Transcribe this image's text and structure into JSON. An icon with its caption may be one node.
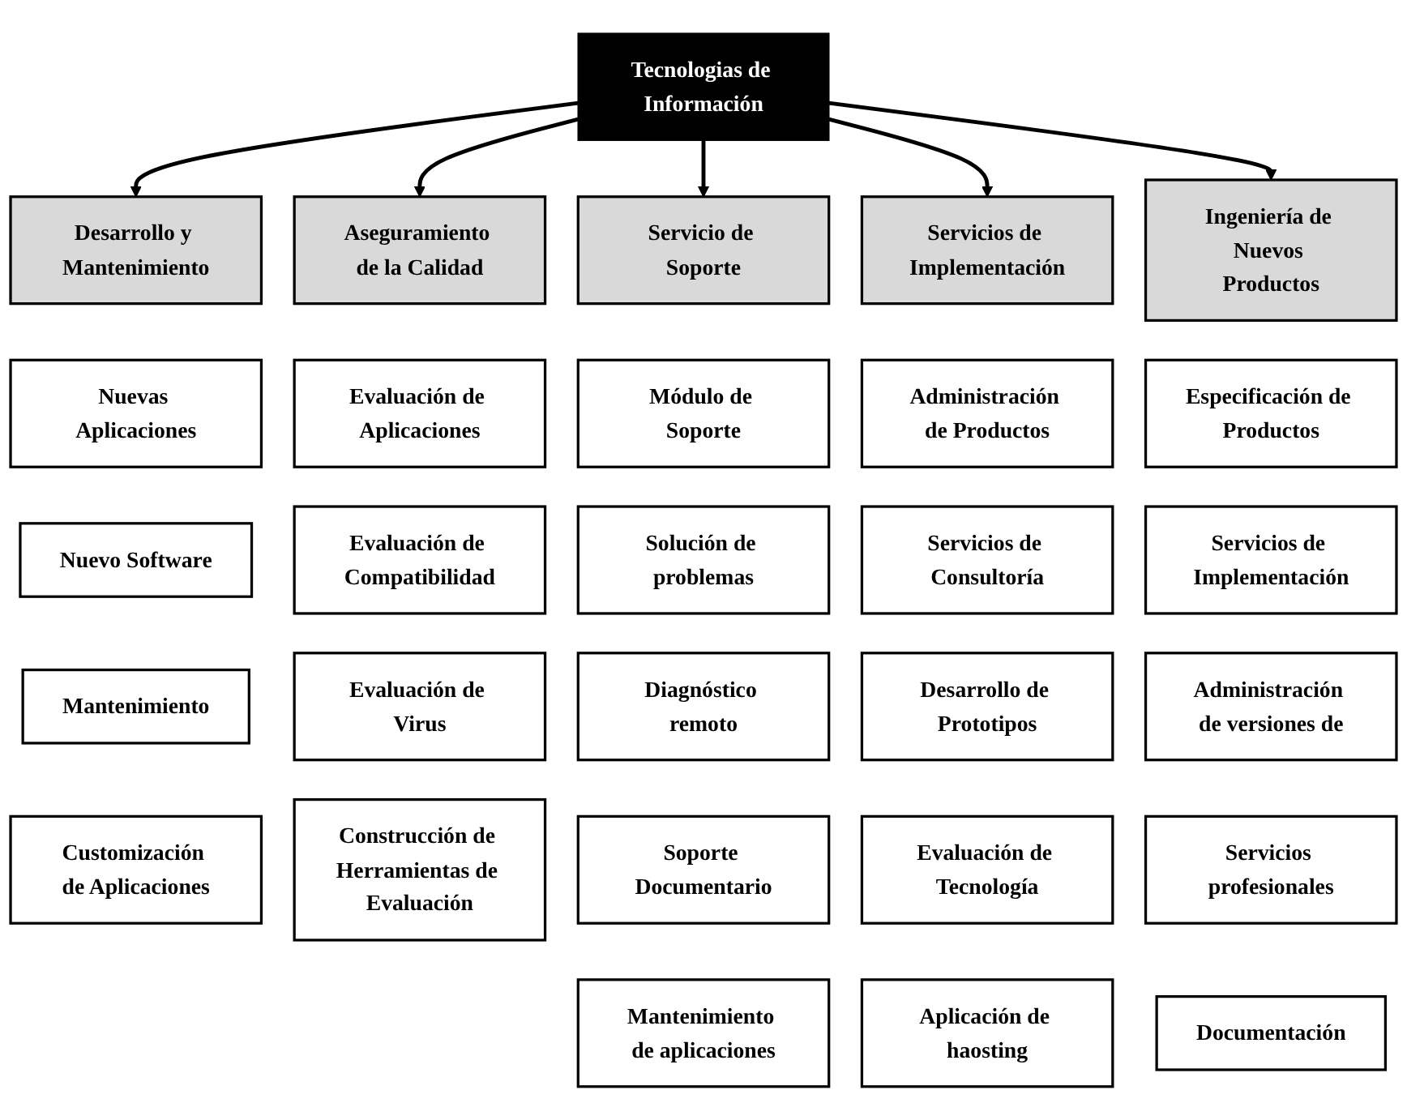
{
  "diagram": {
    "nodes": [
      {
        "text": [
          "Tecnologias de Información"
        ]
      },
      {
        "text": [
          "Desarrollo y Mantenimiento"
        ]
      },
      {
        "text": [
          "Aseguramiento de la Calidad"
        ]
      },
      {
        "text": [
          "Servicio de Soporte"
        ]
      },
      {
        "text": [
          "Servicios de Implementación"
        ]
      },
      {
        "text": [
          "Ingeniería de Nuevos Productos"
        ]
      },
      {
        "text": [
          "Nuevas Aplicaciones"
        ]
      },
      {
        "text": [
          "Evaluación de Aplicaciones"
        ]
      },
      {
        "text": [
          "Módulo de Soporte"
        ]
      },
      {
        "text": [
          "Administración de Productos"
        ]
      },
      {
        "text": [
          "Especificación de Productos"
        ]
      },
      {
        "text": [
          "Nuevo Software"
        ]
      },
      {
        "text": [
          "Evaluación de Compatibilidad"
        ]
      },
      {
        "text": [
          "Solución de problemas"
        ]
      },
      {
        "text": [
          "Servicios de Consultoría"
        ]
      },
      {
        "text": [
          "Servicios de Implementación"
        ]
      },
      {
        "text": [
          "Mantenimiento"
        ]
      },
      {
        "text": [
          "Evaluación de Virus"
        ]
      },
      {
        "text": [
          "Diagnóstico remoto"
        ]
      },
      {
        "text": [
          "Desarrollo de Prototipos"
        ]
      },
      {
        "text": [
          "Administración de versiones de"
        ]
      },
      {
        "text": [
          "Customización de Aplicaciones"
        ]
      },
      {
        "text": [
          "Construcción de Herramientas de Evaluación"
        ]
      },
      {
        "text": [
          "Soporte Documentario"
        ]
      },
      {
        "text": [
          "Evaluación de Tecnología"
        ]
      },
      {
        "text": [
          "Servicios profesionales"
        ]
      },
      {
        "text": [
          "Mantenimiento de aplicaciones"
        ]
      },
      {
        "text": [
          "Aplicación de haosting"
        ]
      },
      {
        "text": [
          "Documentación"
        ]
      }
    ],
    "edges": [
      {
        "from": 0,
        "to": 1,
        "arrow": "to"
      },
      {
        "from": 0,
        "to": 2,
        "arrow": "to"
      },
      {
        "from": 0,
        "to": 3,
        "arrow": "to"
      },
      {
        "from": 0,
        "to": 4,
        "arrow": "to"
      },
      {
        "from": 0,
        "to": 5,
        "arrow": "to"
      }
    ]
  }
}
